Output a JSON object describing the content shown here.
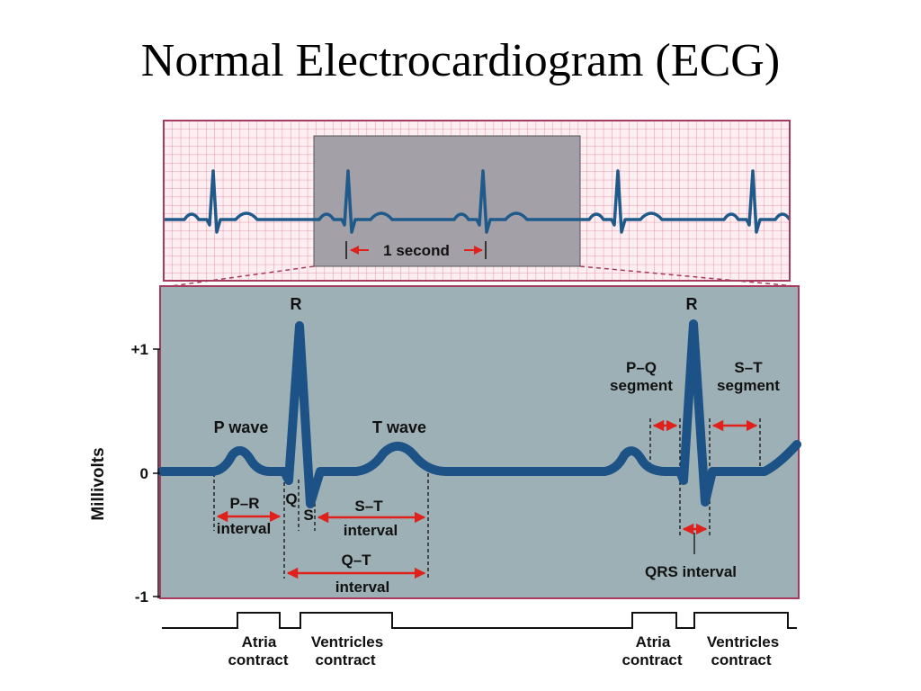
{
  "title": "Normal Electrocardiogram (ECG)",
  "strip": {
    "scale_label": "1 second"
  },
  "axis": {
    "ylabel": "Millivolts",
    "ticks": [
      "+1",
      "0",
      "-1"
    ]
  },
  "waves": {
    "p_wave": "P wave",
    "t_wave": "T wave",
    "r_left": "R",
    "r_right": "R",
    "q": "Q",
    "s": "S"
  },
  "intervals": {
    "pr": [
      "P–R",
      "interval"
    ],
    "st": [
      "S–T",
      "interval"
    ],
    "qt": [
      "Q–T",
      "interval"
    ],
    "pq_segment": [
      "P–Q",
      "segment"
    ],
    "st_segment": [
      "S–T",
      "segment"
    ],
    "qrs": "QRS interval"
  },
  "phases": {
    "atria_left": [
      "Atria",
      "contract"
    ],
    "ventricles_left": [
      "Ventricles",
      "contract"
    ],
    "atria_right": [
      "Atria",
      "contract"
    ],
    "ventricles_right": [
      "Ventricles",
      "contract"
    ]
  },
  "colors": {
    "grid_bg": "#fbe9ee",
    "grid_line": "#e08aa0",
    "trace": "#1f5a8a",
    "panel": "#9fb1b7",
    "arrow": "#e0201a",
    "highlight": "#a09fa5",
    "frame": "#a83a5e"
  }
}
